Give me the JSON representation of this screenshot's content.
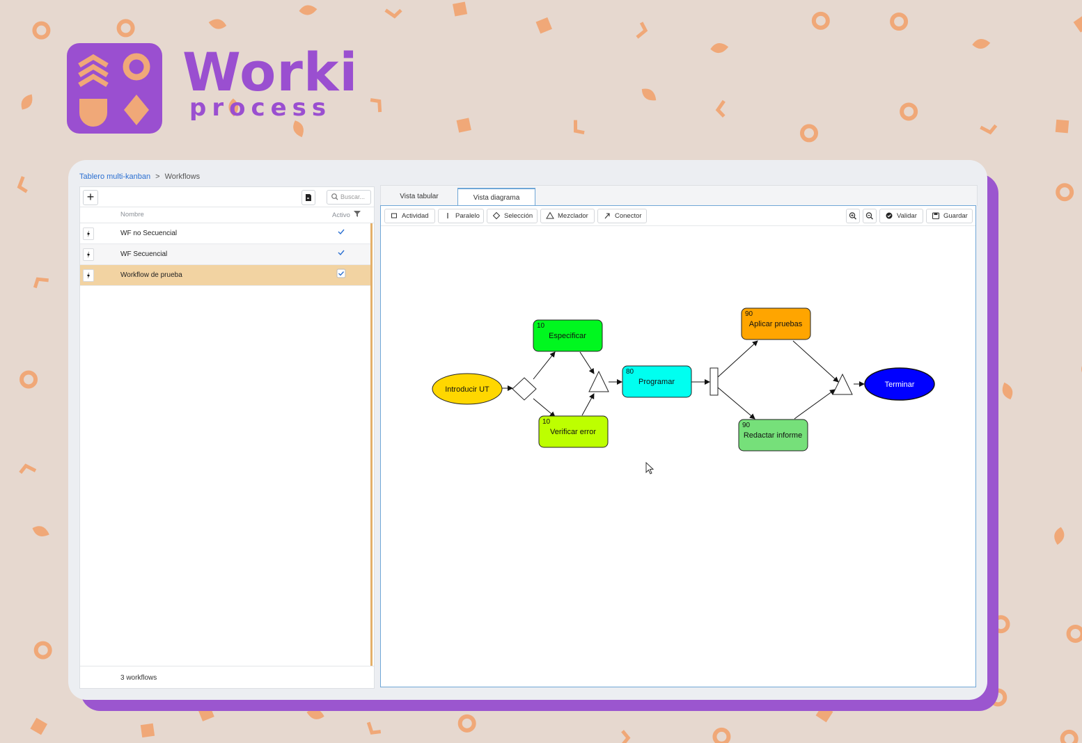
{
  "brand": {
    "name": "Worki",
    "sub": "process",
    "purple": "#9a4fd0",
    "accent": "#f0a878"
  },
  "breadcrumb": {
    "root": "Tablero multi-kanban",
    "separator": ">",
    "current": "Workflows"
  },
  "left": {
    "search_placeholder": "Buscar...",
    "columns": {
      "name": "Nombre",
      "active": "Activo"
    },
    "rows": [
      {
        "name": "WF no Secuencial",
        "active": true
      },
      {
        "name": "WF Secuencial",
        "active": true
      },
      {
        "name": "Workflow de prueba",
        "active": true,
        "selected": true
      }
    ],
    "footer": "3 workflows"
  },
  "tabs": [
    {
      "label": "Vista tabular"
    },
    {
      "label": "Vista diagrama",
      "active": true
    }
  ],
  "toolbar": {
    "actividad": "Actividad",
    "paralelo": "Paralelo",
    "seleccion": "Selección",
    "mezclador": "Mezclador",
    "conector": "Conector",
    "validar": "Validar",
    "guardar": "Guardar"
  },
  "diagram": {
    "nodes": [
      {
        "id": "introducir",
        "label": "Introducir UT",
        "shape": "ellipse",
        "color": "#ffd700"
      },
      {
        "id": "seleccion",
        "label": "",
        "shape": "diamond",
        "color": "#ffffff"
      },
      {
        "id": "especificar",
        "label": "Especificar",
        "number": "10",
        "shape": "rounded",
        "color": "#00f71f"
      },
      {
        "id": "verificar",
        "label": "Verificar error",
        "number": "10",
        "shape": "rounded",
        "color": "#bdff00"
      },
      {
        "id": "merge1",
        "label": "",
        "shape": "triangle",
        "color": "#ffffff"
      },
      {
        "id": "programar",
        "label": "Programar",
        "number": "80",
        "shape": "rounded",
        "color": "#00fff0"
      },
      {
        "id": "paralelo",
        "label": "",
        "shape": "bar",
        "color": "#ffffff"
      },
      {
        "id": "aplicar",
        "label": "Aplicar pruebas",
        "number": "90",
        "shape": "rounded",
        "color": "#ffa500"
      },
      {
        "id": "redactar",
        "label": "Redactar informe",
        "number": "90",
        "shape": "rounded",
        "color": "#76e07a"
      },
      {
        "id": "merge2",
        "label": "",
        "shape": "triangle",
        "color": "#ffffff"
      },
      {
        "id": "terminar",
        "label": "Terminar",
        "shape": "ellipse",
        "color": "#0000ff",
        "text_color": "#ffffff"
      }
    ]
  }
}
